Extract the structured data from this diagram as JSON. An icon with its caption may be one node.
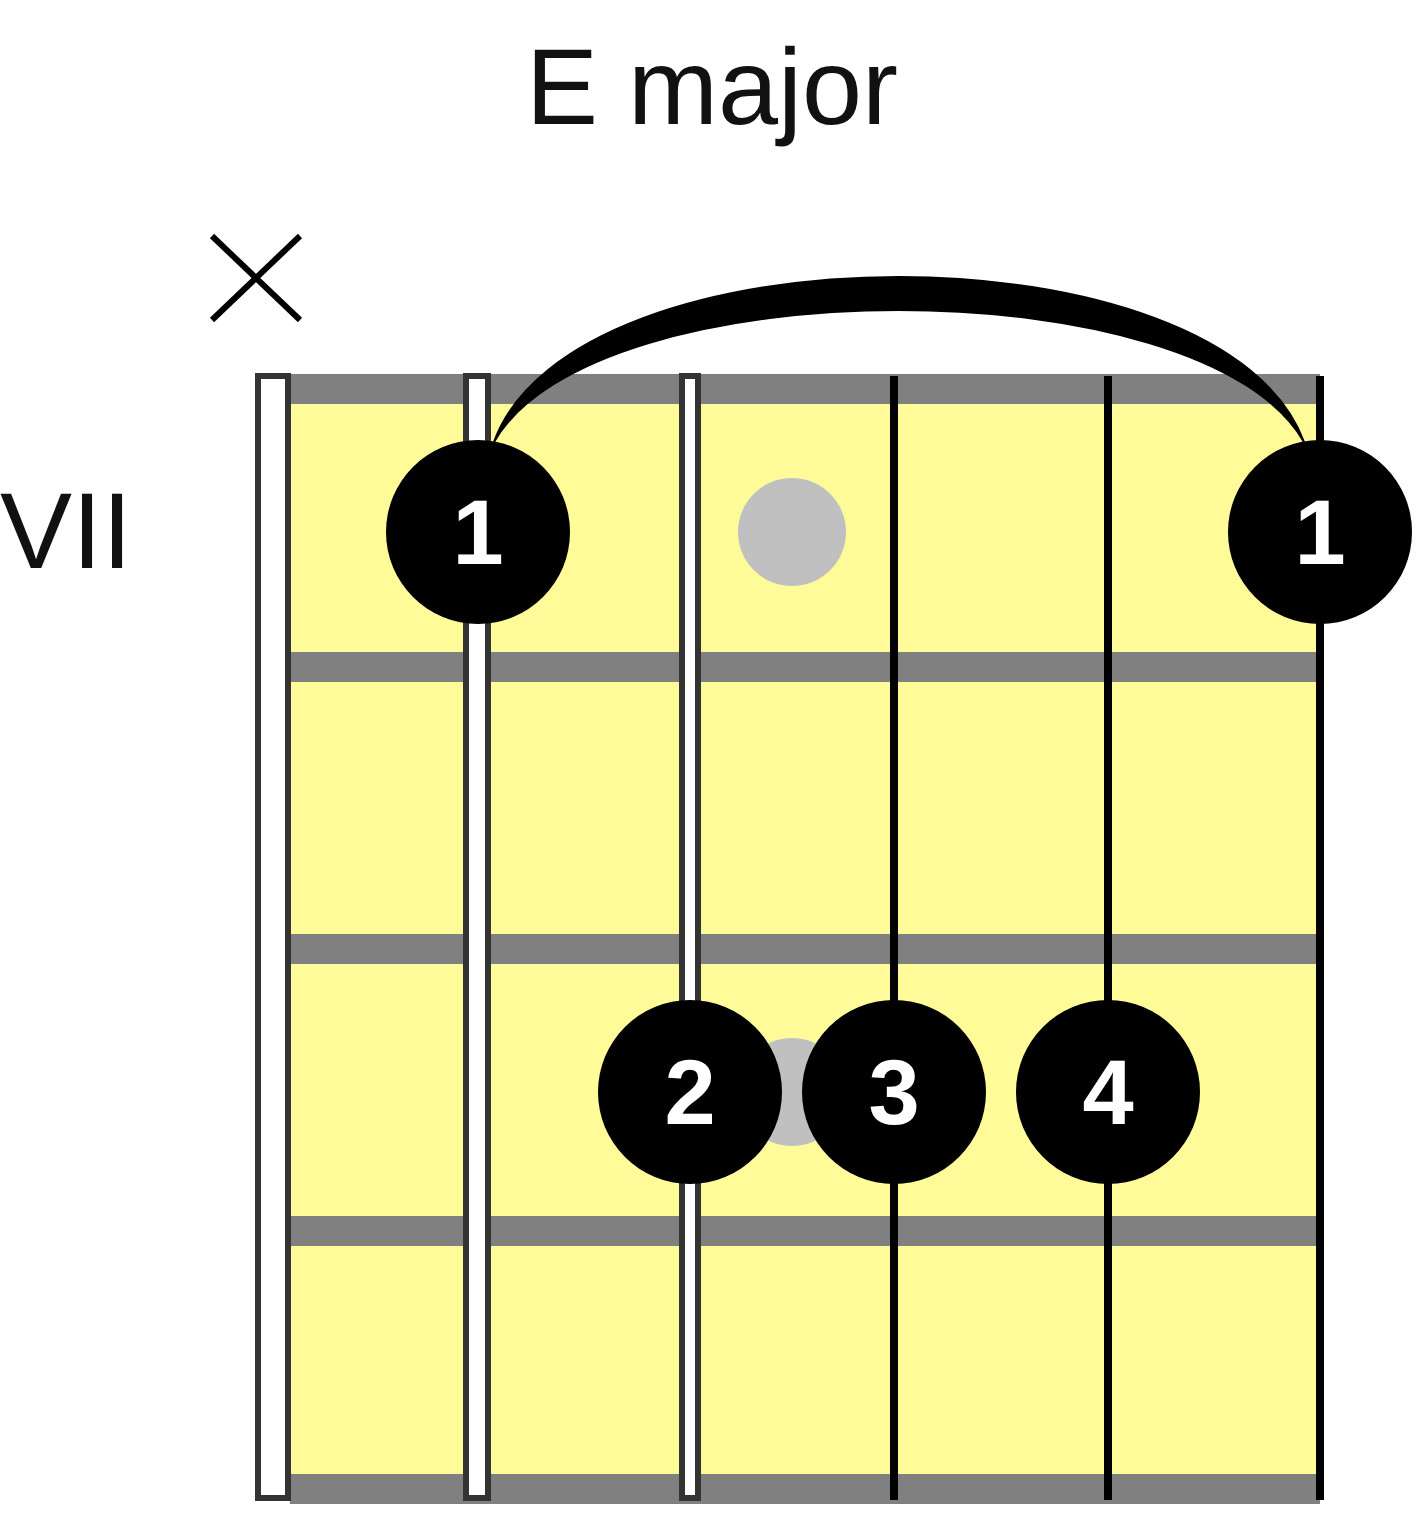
{
  "diagram": {
    "title": "E major",
    "nodes": [
      {
        "text": [
          "1"
        ]
      },
      {
        "text": [
          "1"
        ]
      },
      {
        "text": [
          "2"
        ]
      },
      {
        "text": [
          "3"
        ]
      },
      {
        "text": [
          "4"
        ]
      }
    ],
    "edges": [
      {
        "from": 0,
        "to": 1,
        "arrow": "none",
        "style": "thick"
      }
    ],
    "labels": [
      "VII"
    ]
  }
}
